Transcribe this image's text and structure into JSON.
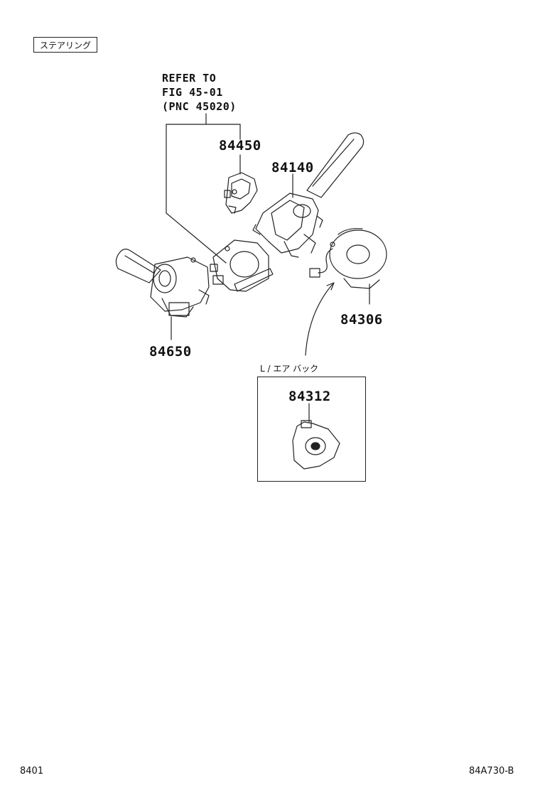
{
  "section_tag": "ステアリング",
  "refer_note": {
    "line1": "REFER TO",
    "line2": "FIG 45-01",
    "line3": "(PNC 45020)"
  },
  "parts": {
    "p84450": "84450",
    "p84140": "84140",
    "p84306": "84306",
    "p84650": "84650",
    "p84312": "84312"
  },
  "inset": {
    "label": "L / エア バック"
  },
  "footer": {
    "left": "8401",
    "right": "84A730-B"
  }
}
